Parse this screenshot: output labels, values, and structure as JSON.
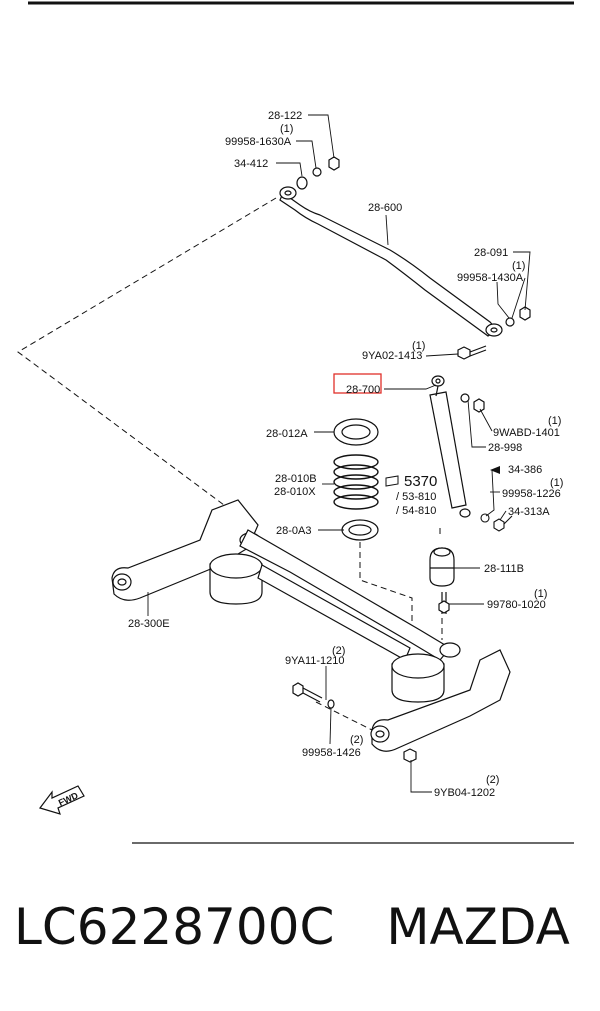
{
  "labels": {
    "l28_122": "28-122",
    "l1_a": "(1)",
    "l99958_1630a": "99958-1630A",
    "l34_412": "34-412",
    "l28_600": "28-600",
    "l28_091": "28-091",
    "l1_b": "(1)",
    "l99958_1430a": "99958-1430A",
    "l1_c": "(1)",
    "l9ya02_1413": "9YA02-1413",
    "l28_700": "28-700",
    "l1_d": "(1)",
    "l9wabd_1401": "9WABD-1401",
    "l28_998": "28-998",
    "l28_012a": "28-012A",
    "l28_010b": "28-010B",
    "l28_010x": "28-010X",
    "l5370": "5370",
    "l53_810": "/ 53-810",
    "l54_810": "/ 54-810",
    "l34_386": "34-386",
    "l1_e": "(1)",
    "l99958_1226": "99958-1226",
    "l34_313a": "34-313A",
    "l28_0a3": "28-0A3",
    "l28_111b": "28-111B",
    "l1_f": "(1)",
    "l99780_1020": "99780-1020",
    "l28_300e": "28-300E",
    "l2_a": "(2)",
    "l9ya11_1210": "9YA11-1210",
    "l2_b": "(2)",
    "l99958_1426": "99958-1426",
    "l2_c": "(2)",
    "l9yb04_1202": "9YB04-1202",
    "fwd": "FWD"
  },
  "highlight_color": "#e0302a",
  "footer": {
    "part_number": "LC6228700C",
    "brand": "MAZDA"
  }
}
